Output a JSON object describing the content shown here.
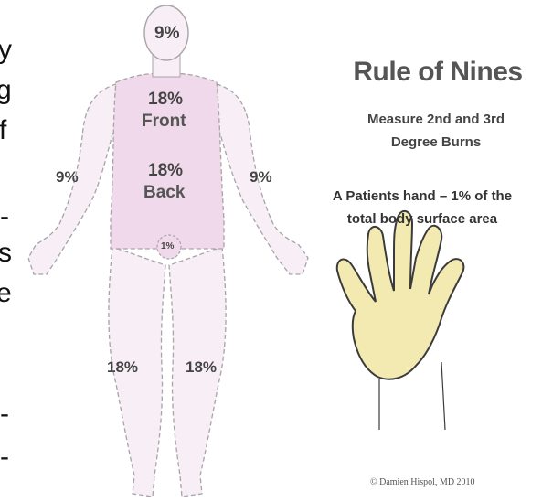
{
  "left_fragments": [
    "y",
    "g",
    "f",
    "-",
    "s",
    "e",
    "-",
    "-"
  ],
  "diagram": {
    "title": "Rule of Nines",
    "subtitle_line1": "Measure 2nd and 3rd",
    "subtitle_line2": "Degree Burns",
    "hand_note_line1": "A Patients hand – 1% of the",
    "hand_note_line2": "total body surface area",
    "copyright": "© Damien Hispol, MD 2010",
    "labels": {
      "head": "9%",
      "front_pct": "18%",
      "front_word": "Front",
      "back_pct": "18%",
      "back_word": "Back",
      "right_arm": "9%",
      "left_arm": "9%",
      "genital": "1%",
      "right_leg": "18%",
      "left_leg": "18%"
    },
    "colors": {
      "body_fill": "#f7eef6",
      "torso_fill": "#f0d9ea",
      "outline": "#a8a4a8",
      "hand_fill": "#f3eab2",
      "hand_outline": "#3b3b3b"
    }
  }
}
